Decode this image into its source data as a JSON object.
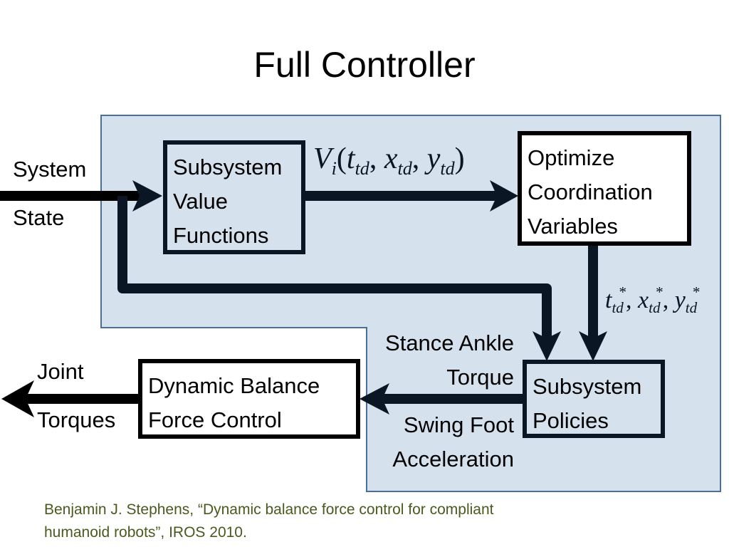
{
  "title": "Full Controller",
  "inputs": {
    "system_state_line1": "System",
    "system_state_line2": "State"
  },
  "outputs": {
    "joint_torques_line1": "Joint",
    "joint_torques_line2": "Torques"
  },
  "boxes": {
    "value_functions": [
      "Subsystem",
      "Value",
      "Functions"
    ],
    "optimize": [
      "Optimize",
      "Coordination",
      "Variables"
    ],
    "policies": [
      "Subsystem",
      "Policies"
    ],
    "balance": [
      "Dynamic Balance",
      "Force Control"
    ]
  },
  "signals": {
    "value_fn": {
      "V": "V",
      "i": "i",
      "t": "t",
      "x": "x",
      "y": "y",
      "td": "td"
    },
    "optimal_star": "*",
    "stance_line1": "Stance Ankle",
    "stance_line2": "Torque",
    "swing_line1": "Swing Foot",
    "swing_line2": "Acceleration"
  },
  "citation": {
    "line1": "Benjamin J. Stephens, “Dynamic balance force control for compliant",
    "line2": "humanoid robots”, IROS 2010."
  },
  "colors": {
    "background_region": "#d6e1ee",
    "region_border": "#4a6f9a",
    "arrow": "#0b1624",
    "citation": "#4a5a1e"
  }
}
